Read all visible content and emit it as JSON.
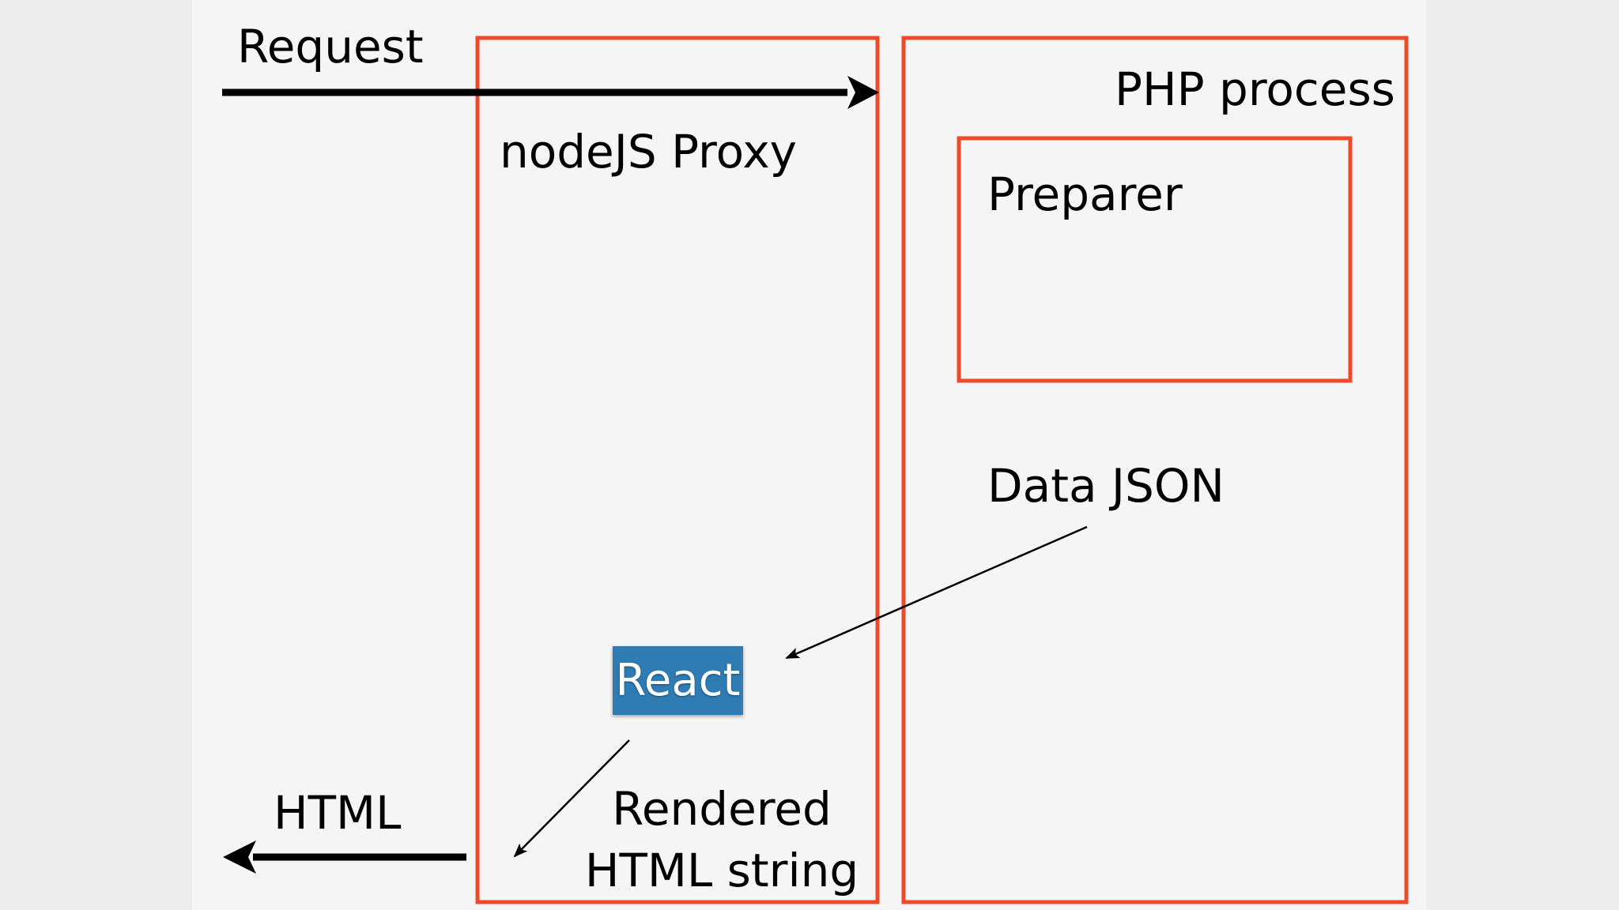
{
  "labels": {
    "request": "Request",
    "html": "HTML",
    "node_proxy": "nodeJS Proxy",
    "php_process": "PHP process",
    "preparer": "Preparer",
    "data_json": "Data JSON",
    "react": "React",
    "rendered_line1": "Rendered",
    "rendered_line2": "HTML string"
  },
  "colors": {
    "box_border": "#ee4a2a",
    "react_fill": "#2e7cb3",
    "arrow": "#000000"
  }
}
